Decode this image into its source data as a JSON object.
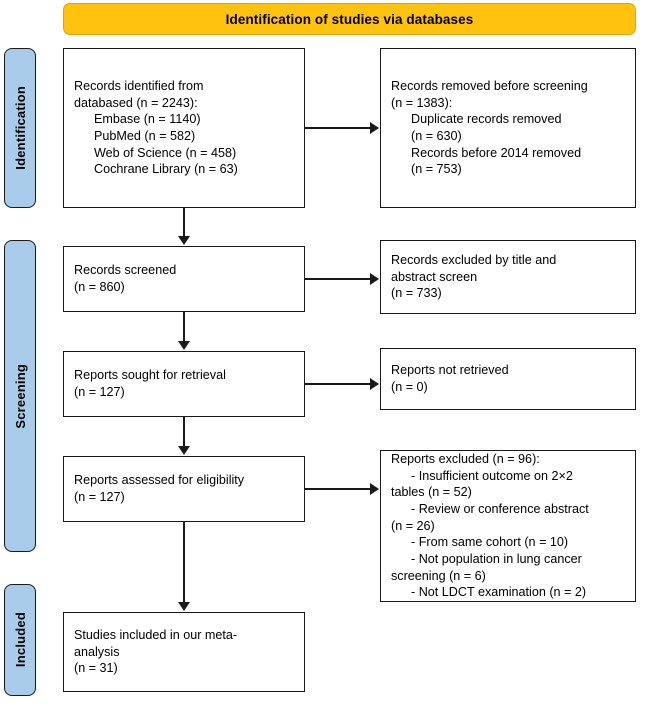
{
  "banner": {
    "title": "Identification of studies via databases"
  },
  "phases": [
    {
      "name": "identification",
      "label": "Identification"
    },
    {
      "name": "screening",
      "label": "Screening"
    },
    {
      "name": "included",
      "label": "Included"
    }
  ],
  "boxes": {
    "identified": {
      "heading": "Records identified from",
      "subheading": "databased (n = 2243):",
      "sources": [
        "Embase (n = 1140)",
        "PubMed (n = 582)",
        "Web of Science (n = 458)",
        "Cochrane Library (n = 63)"
      ]
    },
    "removed": {
      "heading": "Records removed before screening",
      "subheading": "(n = 1383):",
      "items": [
        "Duplicate records removed",
        "(n = 630)",
        "Records before 2014 removed",
        "(n = 753)"
      ]
    },
    "screened": {
      "heading": "Records screened",
      "count": "(n = 860)"
    },
    "excluded_title_abstract": {
      "heading": "Records excluded by title and",
      "heading2": "abstract screen",
      "count": "(n = 733)"
    },
    "sought": {
      "heading": "Reports sought for retrieval",
      "count": "(n = 127)"
    },
    "not_retrieved": {
      "heading": "Reports not retrieved",
      "count": "(n = 0)"
    },
    "assessed": {
      "heading": "Reports assessed for eligibility",
      "count": "(n = 127)"
    },
    "reports_excluded": {
      "heading": "Reports excluded (n = 96):",
      "reasons": [
        "- Insufficient outcome on 2×2",
        "tables (n = 52)",
        "- Review or conference abstract",
        "(n = 26)",
        "- From same cohort (n = 10)",
        "- Not population in lung cancer",
        "screening (n = 6)",
        "- Not LDCT examination (n = 2)"
      ]
    },
    "included": {
      "heading": "Studies included in our meta-",
      "heading2": "analysis",
      "count": "(n = 31)"
    }
  },
  "colors": {
    "banner_fill": "#FFC20E",
    "banner_border": "#E8A200",
    "phase_fill": "#A9CCEA",
    "box_border": "#1a1a1a",
    "box_fill": "#ffffff",
    "text": "#000000"
  }
}
